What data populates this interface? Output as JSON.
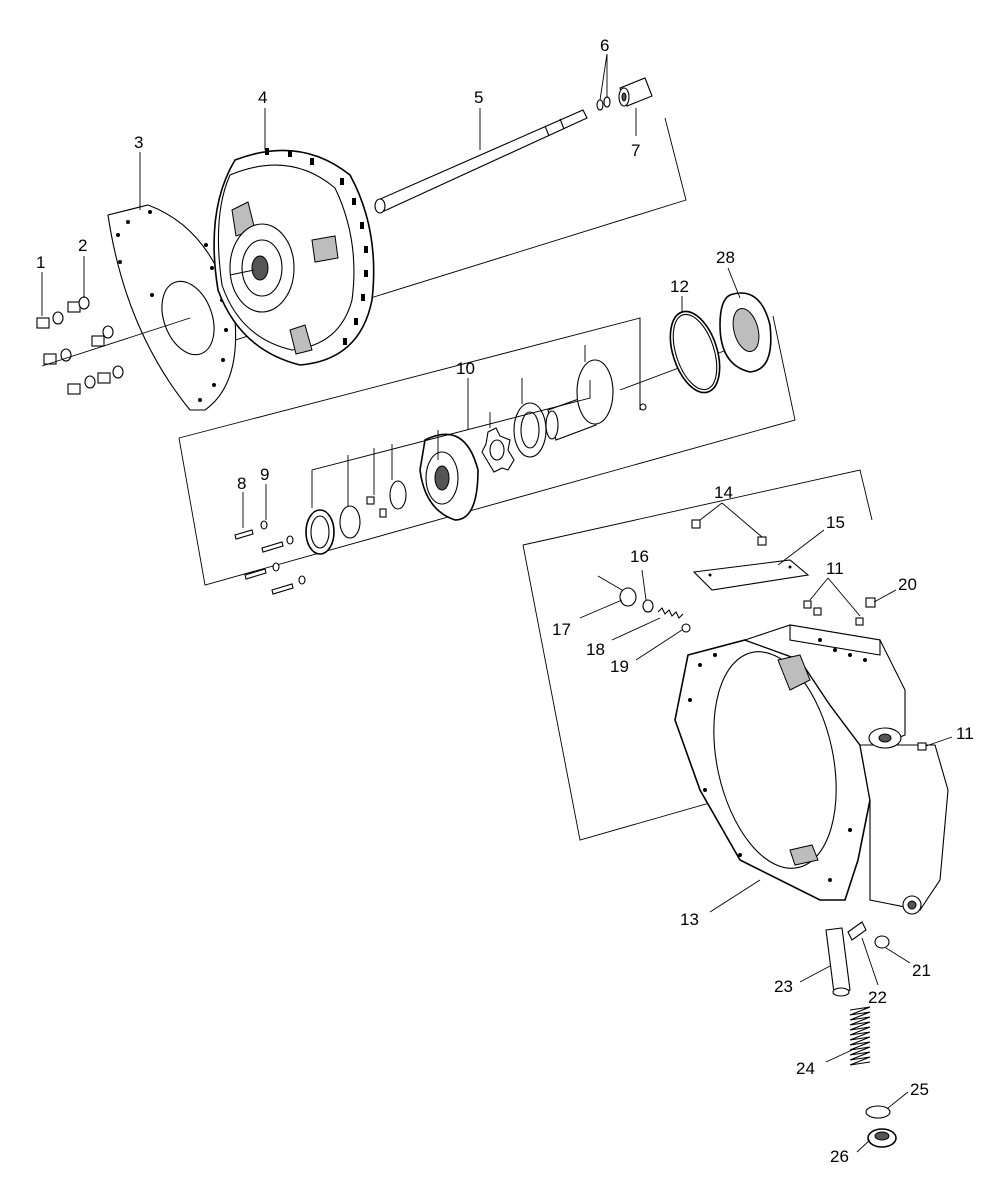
{
  "labels": {
    "p1": "1",
    "p2": "2",
    "p3": "3",
    "p4": "4",
    "p5": "5",
    "p6": "6",
    "p7": "7",
    "p8": "8",
    "p9": "9",
    "p10": "10",
    "p11a": "11",
    "p11b": "11",
    "p12": "12",
    "p13": "13",
    "p14": "14",
    "p15": "15",
    "p16": "16",
    "p17": "17",
    "p18": "18",
    "p19": "19",
    "p20": "20",
    "p21": "21",
    "p22": "22",
    "p23": "23",
    "p24": "24",
    "p25": "25",
    "p26": "26",
    "p28": "28"
  }
}
